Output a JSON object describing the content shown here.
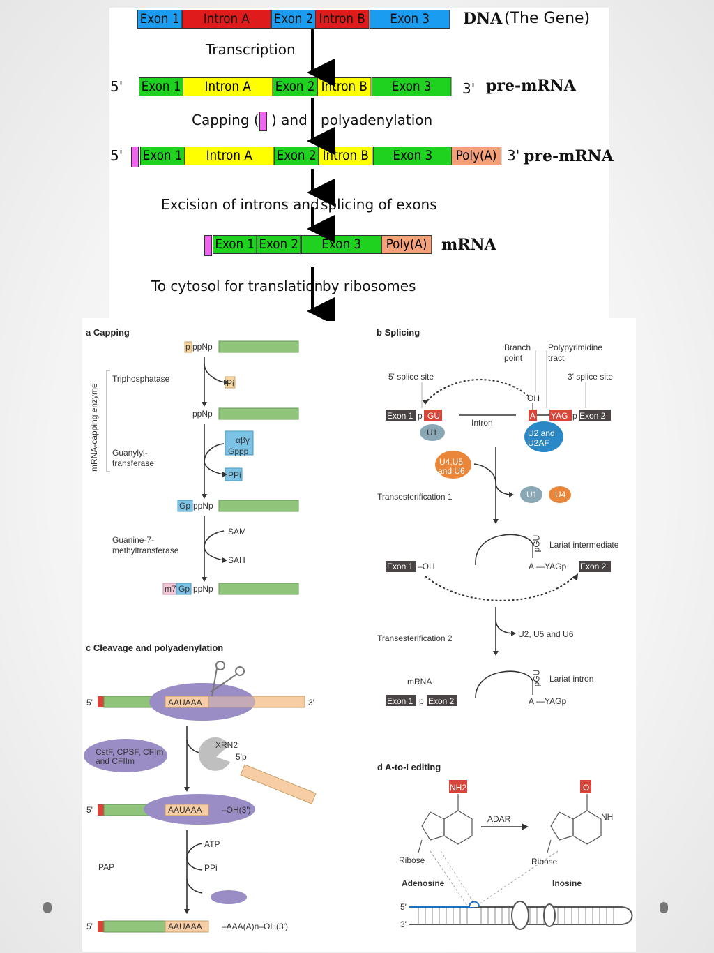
{
  "top": {
    "dna_label": "DNA",
    "dna_sublabel": "(The Gene)",
    "dna_segments": [
      "Exon 1",
      "Intron A",
      "Exon 2",
      "Intron B",
      "Exon 3"
    ],
    "step1": "Transcription",
    "five_prime": "5'",
    "three_prime": "3'",
    "premrna_label": "pre-mRNA",
    "pre_segments": [
      "Exon 1",
      "Intron A",
      "Exon 2",
      "Intron B",
      "Exon 3"
    ],
    "step2_left": "Capping  (",
    "step2_mid": ") and",
    "step2_right": "polyadenylation",
    "pre2_segments": [
      "Exon 1",
      "Intron A",
      "Exon 2",
      "Intron B",
      "Exon 3",
      "Poly(A)"
    ],
    "step3_left": "Excision of introns and",
    "step3_right": "splicing of exons",
    "mrna_segments": [
      "Exon 1",
      "Exon 2",
      "Exon 3",
      "Poly(A)"
    ],
    "mrna_label": "mRNA",
    "step4_left": "To cytosol for translation",
    "step4_right": "by ribosomes"
  },
  "capping": {
    "title_letter": "a",
    "title": "Capping",
    "enzyme": "mRNA-capping enzyme",
    "triphosphatase": "Triphosphatase",
    "guanylyl": "Guanylyl-",
    "guanylyl2": "transferase",
    "methyl": "Guanine-7-",
    "methyl2": "methyltransferase",
    "s1_a": "p",
    "s1_b": "ppNp",
    "pi": "Pi",
    "s2": "ppNp",
    "gtp1": "αβγ",
    "gtp2": "Gppp",
    "ppi": "PPi",
    "s3_a": "Gp",
    "s3_b": "ppNp",
    "sam": "SAM",
    "sah": "SAH",
    "s4_a": "m7",
    "s4_b": "Gp",
    "s4_c": "ppNp"
  },
  "splicing": {
    "title_letter": "b",
    "title": "Splicing",
    "branch": "Branch",
    "point": "point",
    "polypyr": "Polypyrimidine",
    "tract": "tract",
    "five_site": "5' splice site",
    "three_site": "3' splice site",
    "oh": "OH",
    "exon1": "Exon 1",
    "exon2": "Exon 2",
    "p": "p",
    "gu": "GU",
    "intron": "Intron",
    "a": "A",
    "yag": "YAG",
    "u1": "U1",
    "u2": "U2 and",
    "u2b": "U2AF",
    "u456": "U4,U5",
    "u456b": "and U6",
    "u4": "U4",
    "trans1": "Transesterification 1",
    "lariat_int": "Lariat intermediate",
    "pgu": "pGU",
    "exon1_oh": "–OH",
    "yagp": "—YAGp",
    "trans2": "Transesterification 2",
    "u256": "U2, U5 and U6",
    "mrna": "mRNA",
    "lariat_intron": "Lariat intron",
    "yagp2": "—YAGp"
  },
  "cleavage": {
    "title_letter": "c",
    "title": "Cleavage and polyadenylation",
    "five": "5'",
    "three": "3'",
    "aauaaa": "AAUAAA",
    "factors1": "CstF, CPSF, CFIm",
    "factors2": "and CFIIm",
    "xrn2": "XRN2",
    "five_p": "5'p",
    "oh3": "–OH(3')",
    "atp": "ATP",
    "ppi": "PPi",
    "pap": "PAP",
    "polya": "–AAA(A)n–OH(3')"
  },
  "editing": {
    "title_letter": "d",
    "title": "A-to-I editing",
    "nh2": "NH2",
    "o": "O",
    "adar": "ADAR",
    "nh": "NH",
    "ribose": "Ribose",
    "adenosine": "Adenosine",
    "inosine": "Inosine",
    "five": "5'",
    "three": "3'"
  },
  "colors": {
    "exon_blue": "#1a9cf0",
    "intron_red": "#e01b1b",
    "exon_green": "#1fd21f",
    "intron_yellow": "#ffff00",
    "polya_orange": "#f4a07a",
    "cap_pink": "#ee66ee",
    "rna_green": "#8fc47a",
    "complex_purple": "#9a8cc4"
  }
}
